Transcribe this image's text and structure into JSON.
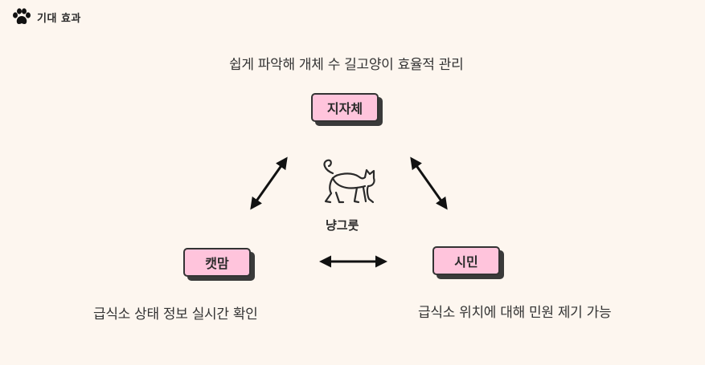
{
  "header": {
    "title": "기대 효과",
    "icon": "paw-icon"
  },
  "diagram": {
    "top_caption": "쉽게 파악해 개체 수 길고양이 효율적 관리",
    "nodes": {
      "top": "지자체",
      "left": "캣맘",
      "right": "시민"
    },
    "center_label": "냥그룻",
    "center_icon": "cat-icon",
    "left_caption": "급식소 상태 정보 실시간 확인",
    "right_caption": "급식소 위치에 대해 민원 제기 가능"
  },
  "colors": {
    "background": "#fdf6ef",
    "box_fill": "#ffc4dc",
    "stroke": "#333333"
  }
}
